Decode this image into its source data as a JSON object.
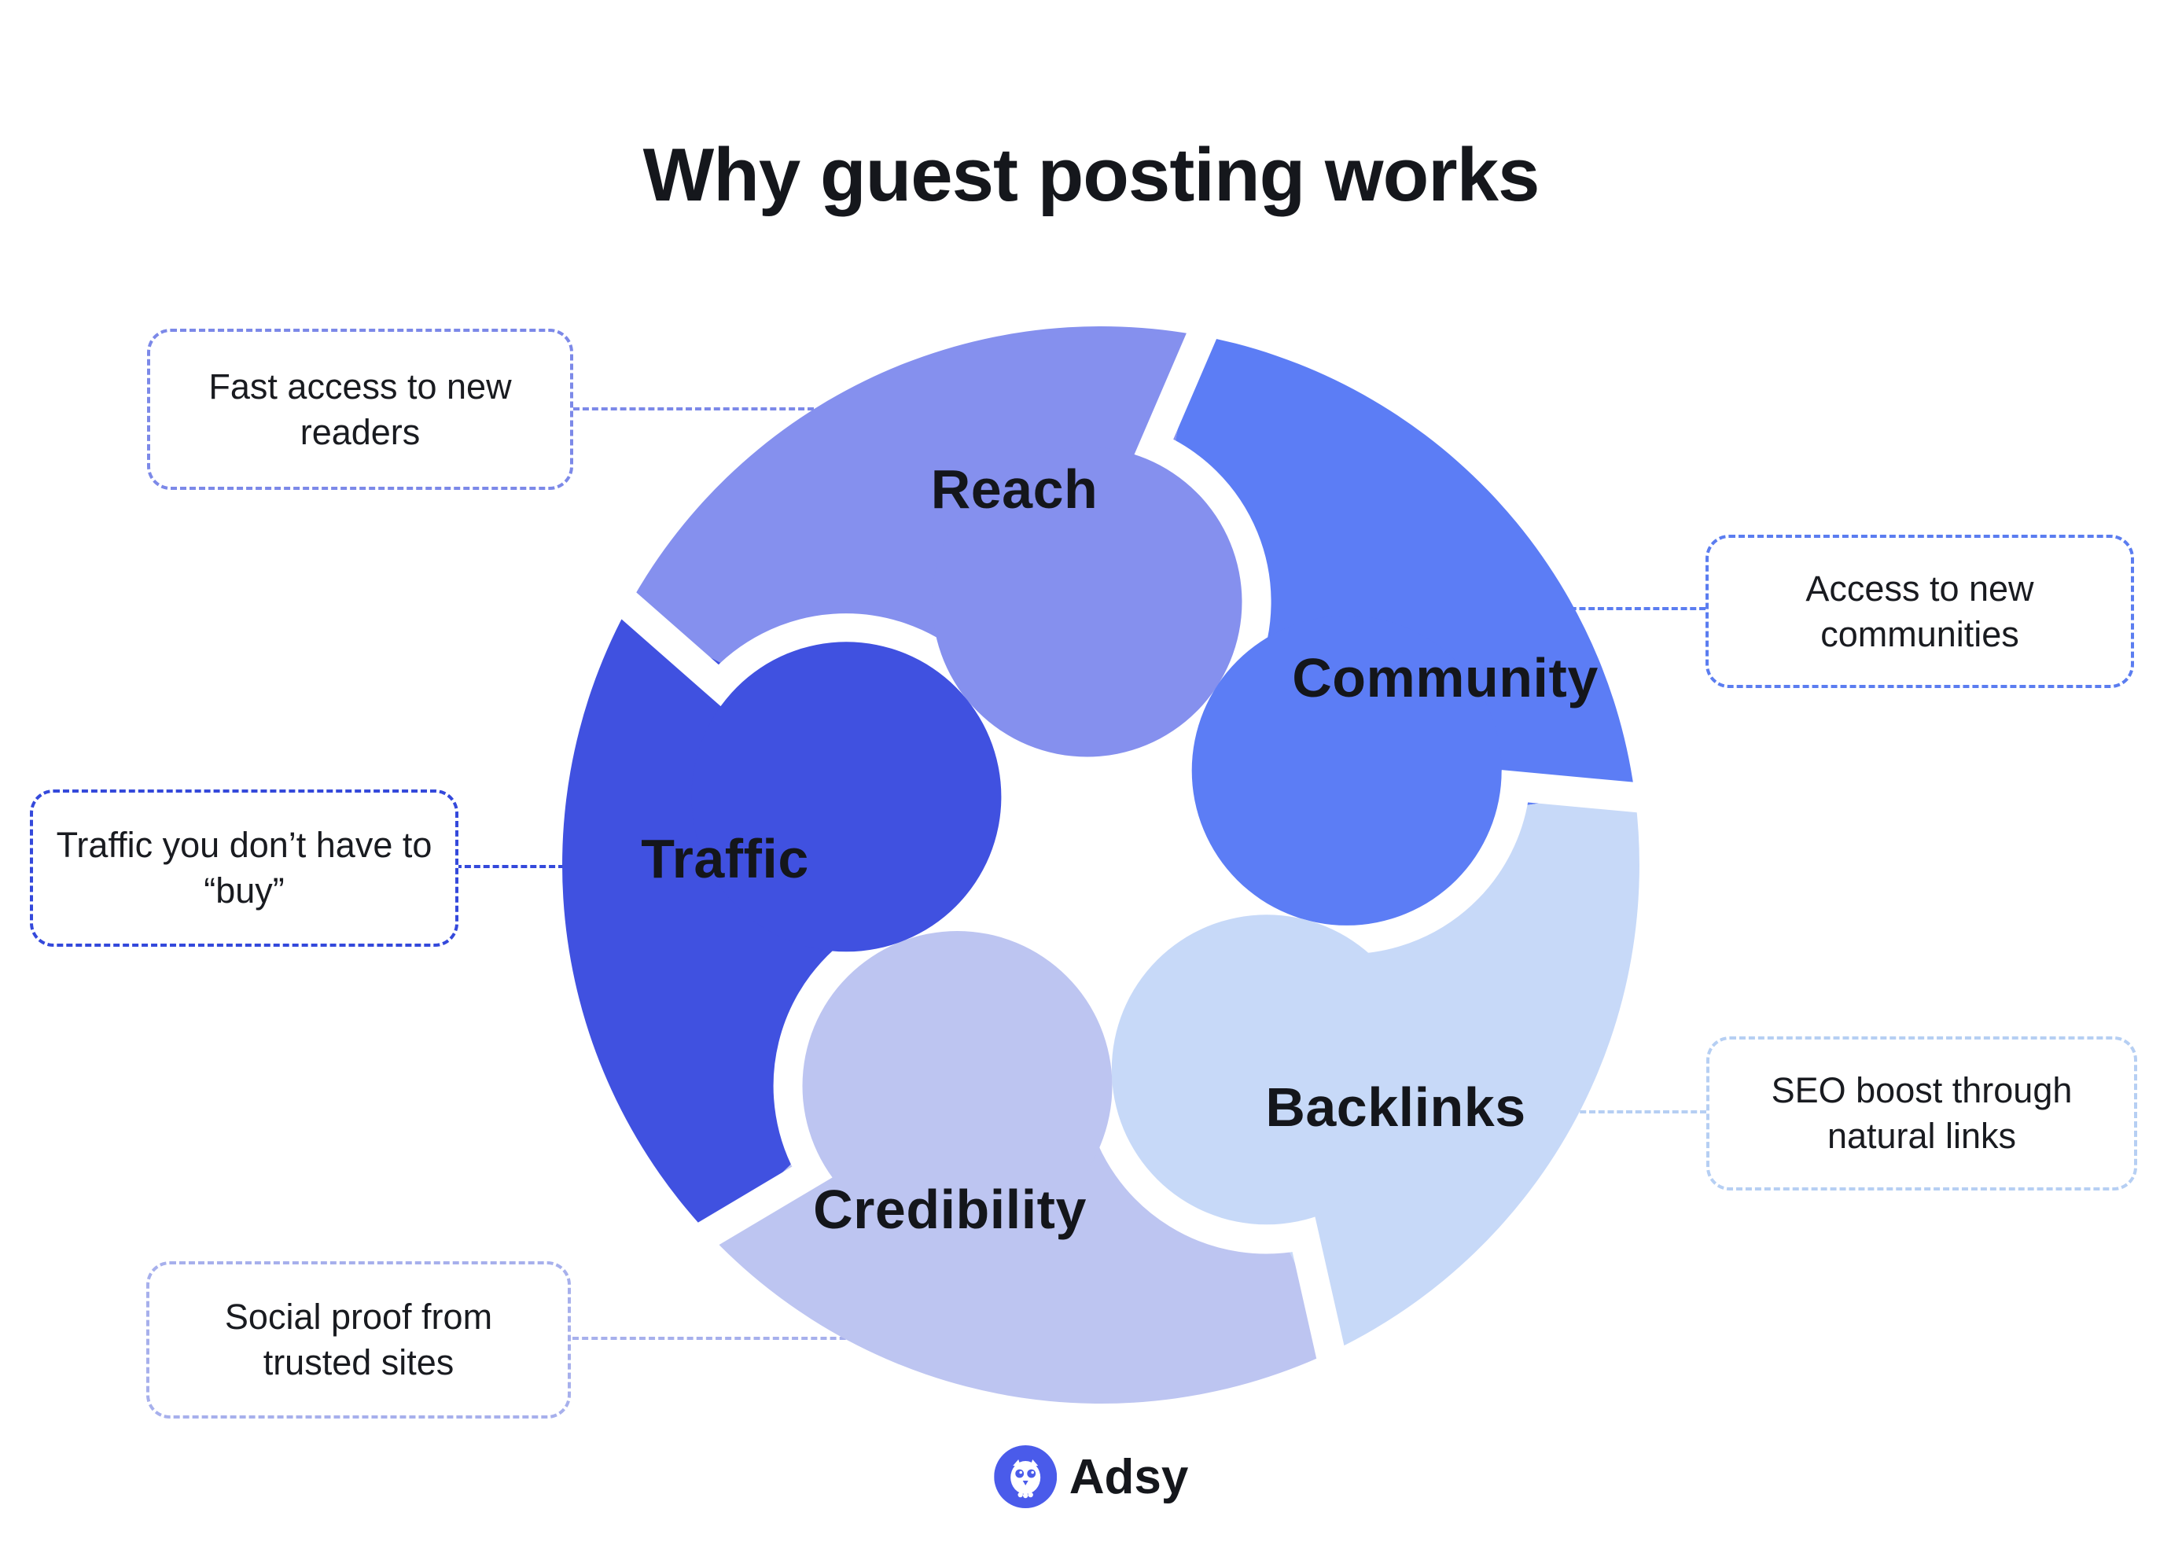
{
  "title": "Why guest posting works",
  "cycle": {
    "segments": [
      {
        "label": "Reach",
        "color": "#8590EE"
      },
      {
        "label": "Community",
        "color": "#5C7DF5"
      },
      {
        "label": "Backlinks",
        "color": "#C7D9F8"
      },
      {
        "label": "Credibility",
        "color": "#BDC5F1"
      },
      {
        "label": "Traffic",
        "color": "#4051E0"
      }
    ]
  },
  "callouts": [
    {
      "segment": "Reach",
      "text": "Fast access to new readers",
      "border": "#7C89E8"
    },
    {
      "segment": "Community",
      "text": "Access to new communities",
      "border": "#5B7DF0"
    },
    {
      "segment": "Backlinks",
      "text": "SEO boost through natural links",
      "border": "#B6CFF3"
    },
    {
      "segment": "Credibility",
      "text": "Social proof from trusted sites",
      "border": "#A7B0EC"
    },
    {
      "segment": "Traffic",
      "text": "Traffic you don’t have to “buy”",
      "border": "#3449DB"
    }
  ],
  "logo": {
    "text": "Adsy",
    "circle_color": "#4A5BEA",
    "owl_icon": "owl"
  }
}
